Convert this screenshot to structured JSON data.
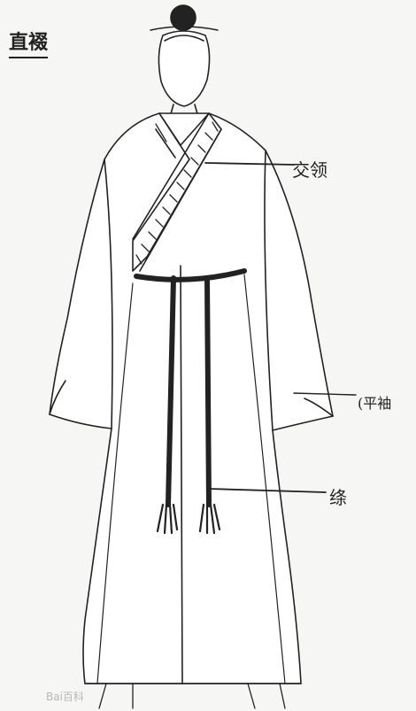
{
  "title": "直裰",
  "labels": {
    "collar": "交领",
    "sleeve": "(平袖",
    "sash": "绦"
  },
  "watermark": "Bai百科",
  "colors": {
    "ink": "#222222",
    "paper": "#f6f6f4"
  }
}
